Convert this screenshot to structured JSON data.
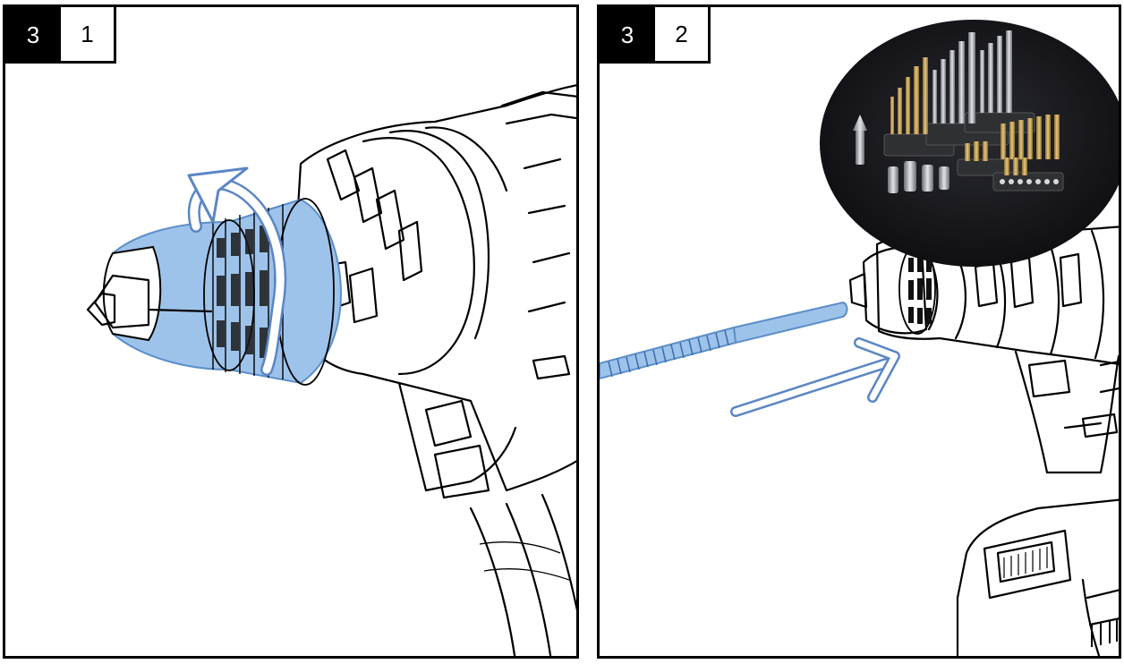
{
  "panels": [
    {
      "step": "3",
      "substep": "1"
    },
    {
      "step": "3",
      "substep": "2"
    }
  ],
  "colors": {
    "highlight": "#9ec3ea",
    "highlight_stroke": "#5b8fc9",
    "arrow": "#5b86c4",
    "outline": "#000000",
    "photo_bg": "#1b1c20"
  },
  "icons": [
    "rotate-arrow-icon",
    "insert-arrow-icon"
  ]
}
